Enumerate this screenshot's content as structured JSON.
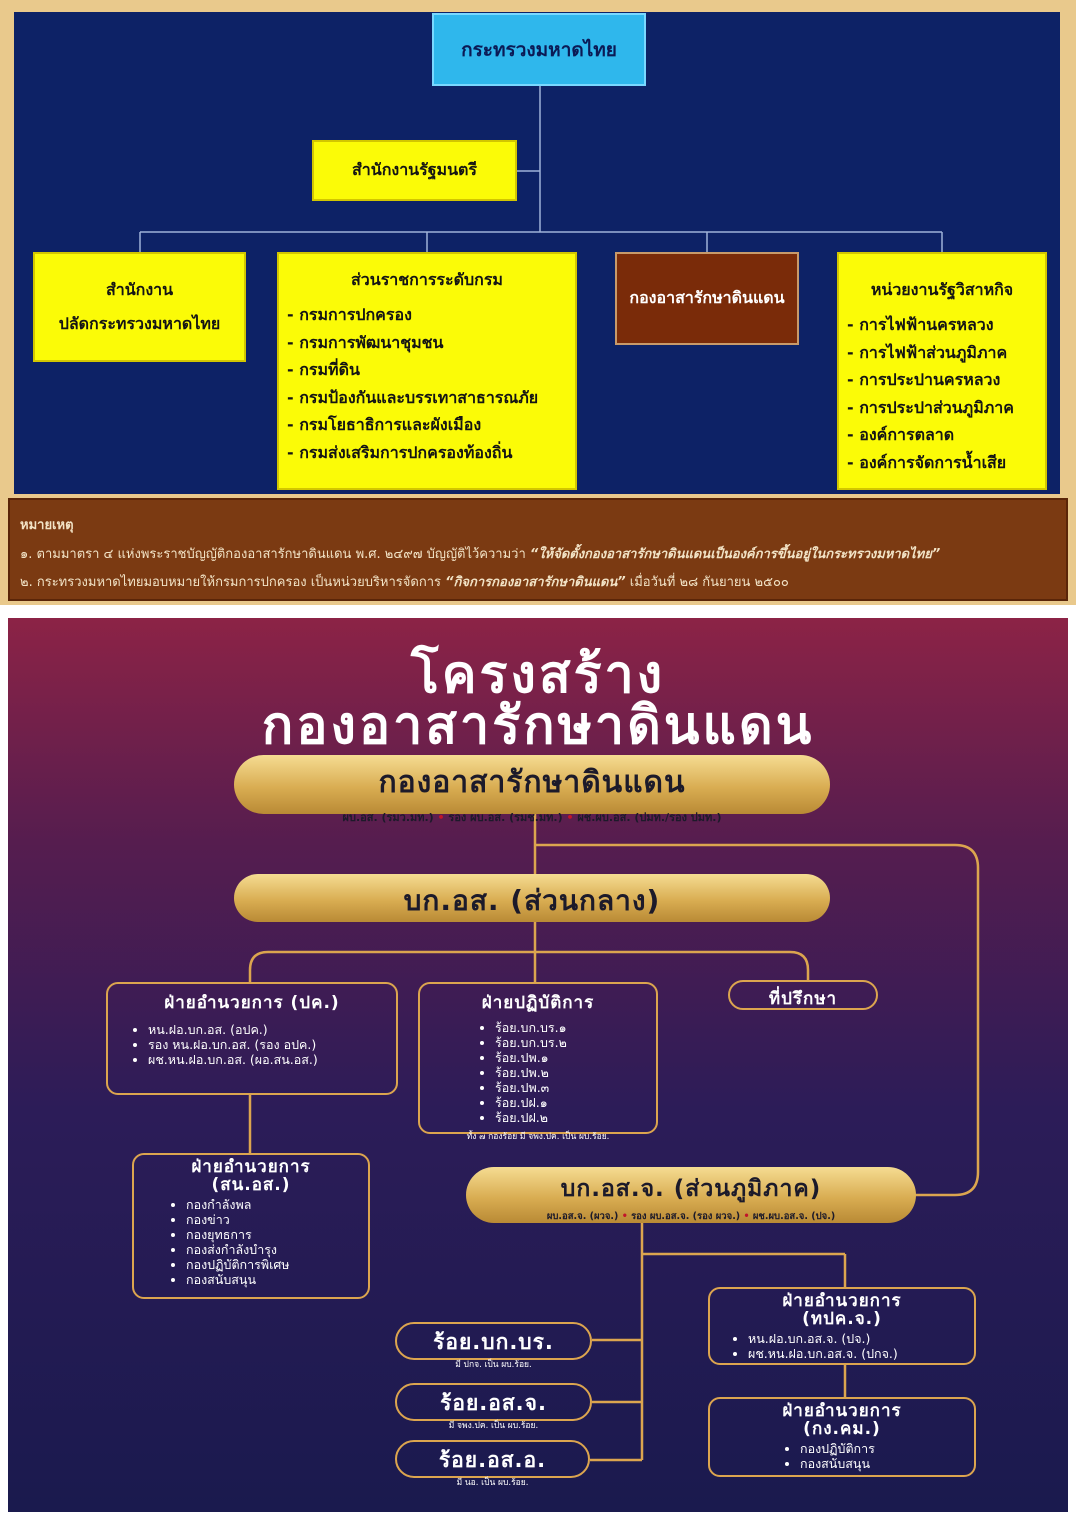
{
  "top": {
    "ministry": "กระทรวงมหาดไทย",
    "minister_office": "สำนักงานรัฐมนตรี",
    "perm_sec": [
      "สำนักงาน",
      "ปลัดกระทรวงมหาดไทย"
    ],
    "departments": {
      "title": "ส่วนราชการระดับกรม",
      "items": [
        "กรมการปกครอง",
        "กรมการพัฒนาชุมชน",
        "กรมที่ดิน",
        "กรมป้องกันและบรรเทาสาธารณภัย",
        "กรมโยธาธิการและผังเมือง",
        "กรมส่งเสริมการปกครองท้องถิ่น"
      ]
    },
    "volunteer_corps": "กองอาสารักษาดินแดน",
    "state_enterprises": {
      "title": "หน่วยงานรัฐวิสาหกิจ",
      "items": [
        "การไฟฟ้านครหลวง",
        "การไฟฟ้าส่วนภูมิภาค",
        "การประปานครหลวง",
        "การประปาส่วนภูมิภาค",
        "องค์การตลาด",
        "องค์การจัดการน้ำเสีย"
      ]
    },
    "notes": {
      "title": "หมายเหตุ",
      "line1_plain": "๑. ตามมาตรา ๔ แห่งพระราชบัญญัติกองอาสารักษาดินแดน พ.ศ. ๒๔๙๗ บัญญัติไว้ความว่า ",
      "line1_quote": "“ให้จัดตั้งกองอาสารักษาดินแดนเป็นองค์การขึ้นอยู่ในกระทรวงมหาดไทย”",
      "line2_plain": "๒. กระทรวงมหาดไทยมอบหมายให้กรมการปกครอง เป็นหน่วยบริหารจัดการ ",
      "line2_quote": "“กิจการกองอาสารักษาดินแดน”",
      "line2_tail": " เมื่อวันที่ ๒๘ กันยายน ๒๕๐๐"
    }
  },
  "bottom": {
    "title_line1": "โครงสร้าง",
    "title_line2": "กองอาสารักษาดินแดน",
    "hq": {
      "name": "กองอาสารักษาดินแดน",
      "sub1": "ผบ.อส. (รมว.มท.)",
      "sub2": "รอง ผบ.อส. (รมช.มท.)",
      "sub3": "ผช.ผบ.อส. (ปมท./รอง ปมท.)",
      "sep": "•"
    },
    "central": {
      "name": "บก.อส. (ส่วนกลาง)"
    },
    "admin_pk": {
      "title": "ฝ่ายอำนวยการ (ปค.)",
      "items": [
        "หน.ฝอ.บก.อส. (อปค.)",
        "รอง หน.ฝอ.บก.อส. (รอง อปค.)",
        "ผช.หน.ฝอ.บก.อส. (ผอ.สน.อส.)"
      ]
    },
    "operations": {
      "title": "ฝ่ายปฏิบัติการ",
      "items": [
        "ร้อย.บก.บร.๑",
        "ร้อย.บก.บร.๒",
        "ร้อย.ปพ.๑",
        "ร้อย.ปพ.๒",
        "ร้อย.ปพ.๓",
        "ร้อย.ปฝ.๑",
        "ร้อย.ปฝ.๒"
      ],
      "footnote": "ทั้ง ๗ กองร้อย มี จพง.ปค. เป็น ผบ.ร้อย."
    },
    "advisor": "ที่ปรึกษา",
    "admin_sn": {
      "title_line1": "ฝ่ายอำนวยการ",
      "title_line2": "(สน.อส.)",
      "items": [
        "กองกำลังพล",
        "กองข่าว",
        "กองยุทธการ",
        "กองส่งกำลังบำรุง",
        "กองปฏิบัติการพิเศษ",
        "กองสนับสนุน"
      ]
    },
    "regional": {
      "name": "บก.อส.จ. (ส่วนภูมิภาค)",
      "sub1": "ผบ.อส.จ. (ผวจ.)",
      "sub2": "รอง ผบ.อส.จ. (รอง ผวจ.)",
      "sub3": "ผช.ผบ.อส.จ. (ปจ.)",
      "sep": "•"
    },
    "admin_tpk": {
      "title_line1": "ฝ่ายอำนวยการ",
      "title_line2": "(ทปค.จ.)",
      "items": [
        "หน.ฝอ.บก.อส.จ. (ปจ.)",
        "ผช.หน.ฝอ.บก.อส.จ. (ปกจ.)"
      ]
    },
    "admin_gkm": {
      "title_line1": "ฝ่ายอำนวยการ",
      "title_line2": "(กง.คม.)",
      "items": [
        "กองปฏิบัติการ",
        "กองสนับสนุน"
      ]
    },
    "companies": [
      {
        "name": "ร้อย.บก.บร.",
        "sub": "มี ปกจ. เป็น ผบ.ร้อย."
      },
      {
        "name": "ร้อย.อส.จ.",
        "sub": "มี จพง.ปค. เป็น ผบ.ร้อย."
      },
      {
        "name": "ร้อย.อส.อ.",
        "sub": "มี นอ. เป็น ผบ.ร้อย."
      }
    ]
  }
}
